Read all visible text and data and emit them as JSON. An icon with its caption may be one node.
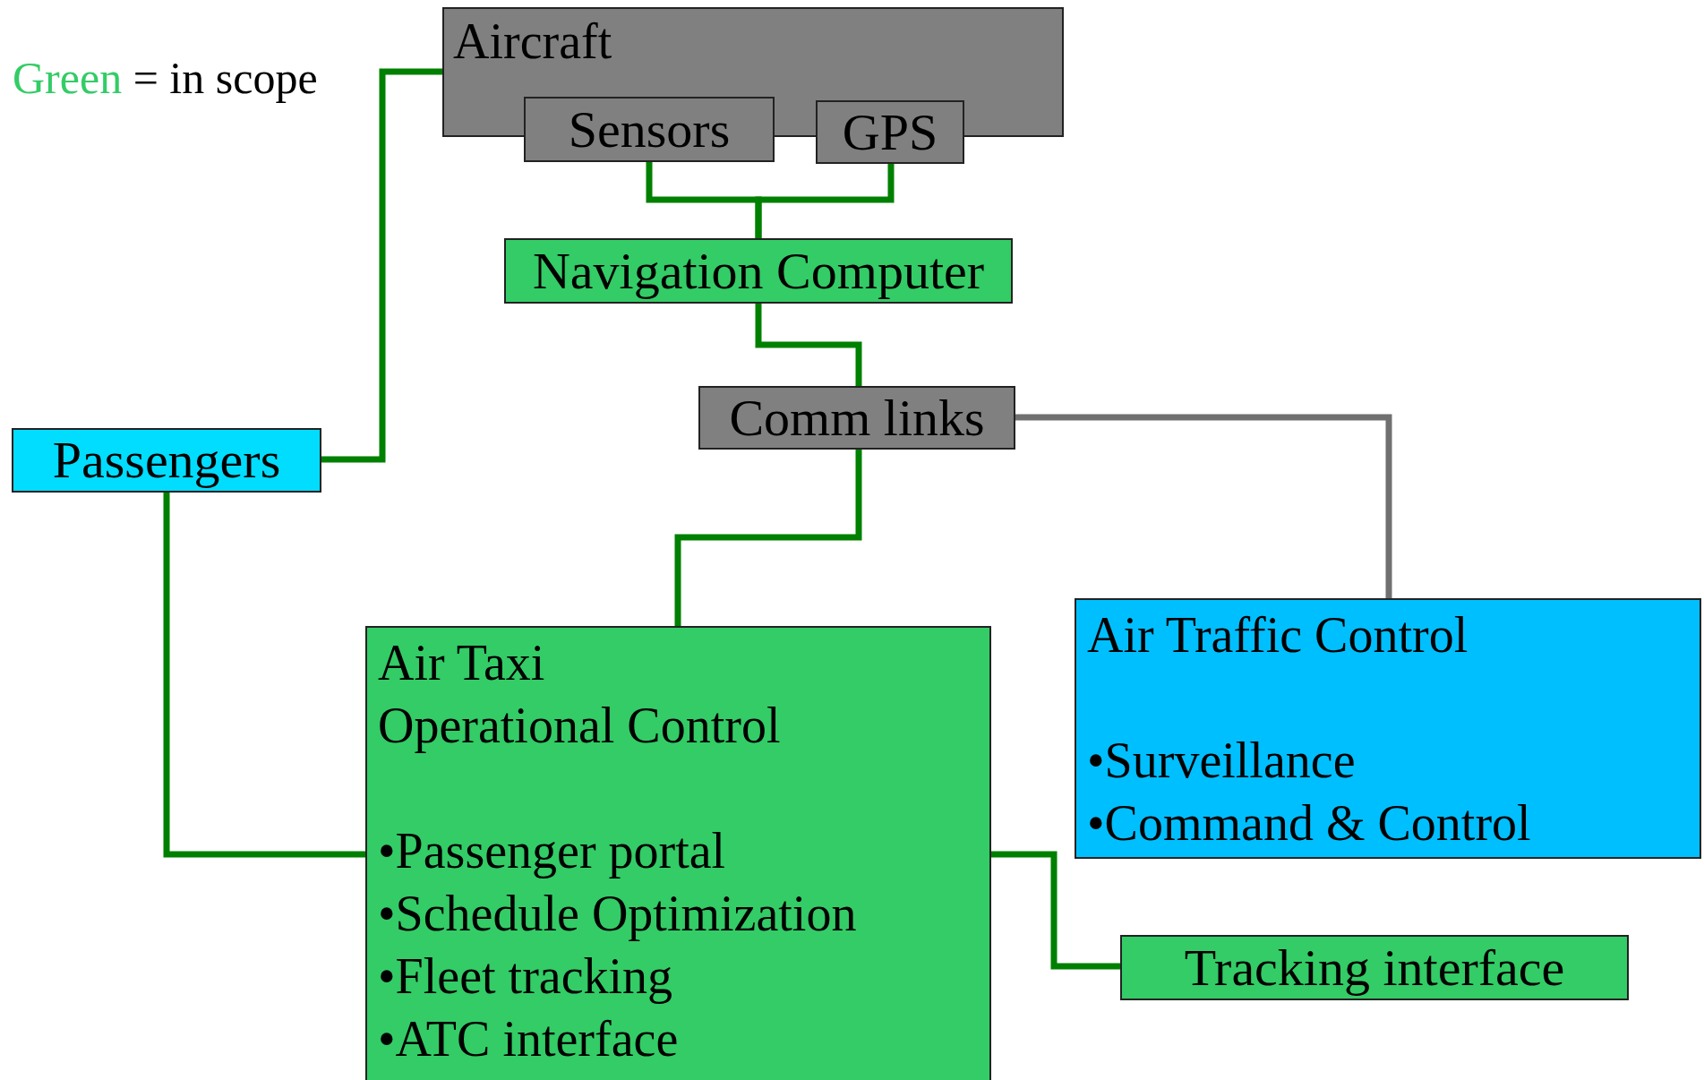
{
  "diagram": {
    "nodes": [
      {
        "text": [
          "Aircraft"
        ]
      },
      {
        "text": [
          "Sensors"
        ]
      },
      {
        "text": [
          "GPS"
        ]
      },
      {
        "text": [
          "Navigation Computer"
        ]
      },
      {
        "text": [
          "Comm links"
        ]
      },
      {
        "text": [
          "Passengers"
        ]
      },
      {
        "text": [
          "Air Taxi Operational Control",
          "•Passenger portal",
          "•Schedule Optimization",
          "•Fleet tracking",
          "•ATC interface"
        ]
      },
      {
        "text": [
          "Air Traffic Control",
          "•Surveillance",
          "•Command & Control"
        ]
      },
      {
        "text": [
          "Tracking interface"
        ]
      }
    ],
    "edges": [
      {
        "from": 1,
        "to": 3,
        "arrow": "none"
      },
      {
        "from": 2,
        "to": 3,
        "arrow": "none"
      },
      {
        "from": 3,
        "to": 4,
        "arrow": "none"
      },
      {
        "from": 4,
        "to": 6,
        "arrow": "none"
      },
      {
        "from": 4,
        "to": 7,
        "arrow": "none",
        "color": "#707070"
      },
      {
        "from": 5,
        "to": 0,
        "arrow": "none"
      },
      {
        "from": 5,
        "to": 6,
        "arrow": "none"
      },
      {
        "from": 6,
        "to": 8,
        "arrow": "none"
      }
    ],
    "legend": [
      {
        "text": "Green = in scope",
        "color": "#33cc66"
      }
    ]
  }
}
